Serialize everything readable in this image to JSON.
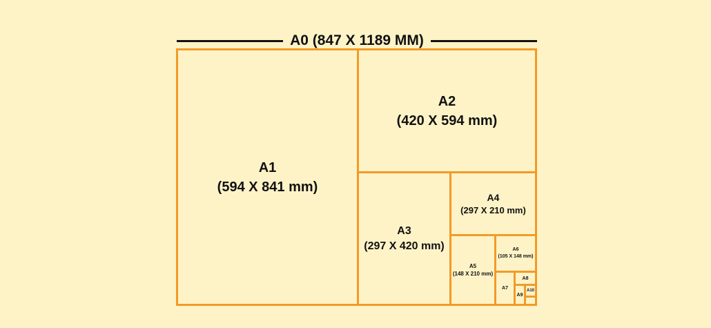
{
  "title": "A0 (847 X 1189 MM)",
  "sheets": {
    "a1": {
      "name": "A1",
      "dims": "(594 X 841 mm)"
    },
    "a2": {
      "name": "A2",
      "dims": "(420 X 594 mm)"
    },
    "a3": {
      "name": "A3",
      "dims": "(297 X 420 mm)"
    },
    "a4": {
      "name": "A4",
      "dims": "(297 X 210 mm)"
    },
    "a5": {
      "name": "A5",
      "dims": "(148 X 210 mm)"
    },
    "a6": {
      "name": "A6",
      "dims": "(105 X 148 mm)"
    },
    "a7": {
      "name": "A7"
    },
    "a8": {
      "name": "A8"
    },
    "a9": {
      "name": "A9"
    },
    "a10": {
      "name": "A10"
    }
  },
  "colors": {
    "background": "#FEF3C7",
    "border": "#F29A27",
    "text": "#111111"
  }
}
